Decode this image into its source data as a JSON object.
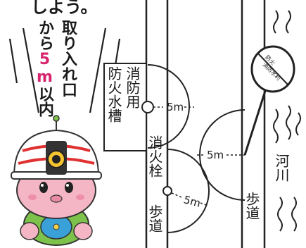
{
  "header": {
    "partial_text": "しよう。"
  },
  "callout": {
    "line1": "取り入れ口",
    "line2_a": "から",
    "line2_num": "5",
    "line2_unit": "m",
    "line2_b": "以内",
    "highlight_color": "#d6246e"
  },
  "diagram": {
    "tank_label_left": "防火水槽",
    "tank_label_right": "消防用",
    "hydrant_label": "消火栓",
    "sidewalk_left": "歩道",
    "sidewalk_right": "歩道",
    "river_label": "河川",
    "distance_top": "5m",
    "distance_mid": "5m",
    "distance_low": "5m",
    "sign_text_top": "防火",
    "sign_text_bottom": "消防水利"
  },
  "icons": [
    "helmet-mascot-icon",
    "river-wave-icon",
    "sign-post-icon"
  ],
  "colors": {
    "helmet": "#ffffff",
    "helmet_stripe": "#e03030",
    "mascot_face": "#f4b6c4",
    "mascot_body": "#7dc24a"
  }
}
